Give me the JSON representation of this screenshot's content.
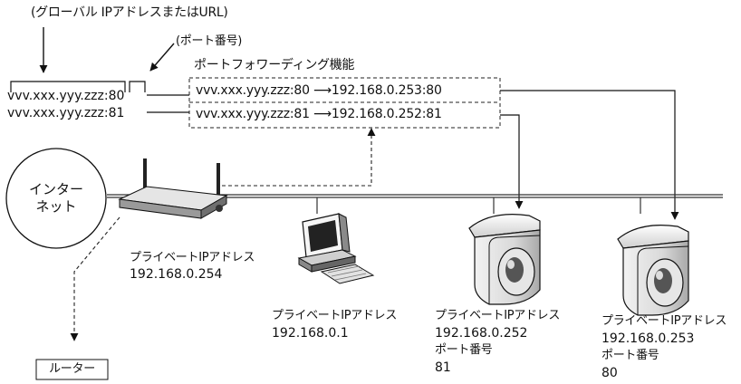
{
  "annotations": {
    "global_ip_label": "(グローバル IPアドレスまたはURL)",
    "port_number_label": "(ポート番号)",
    "port_forwarding_title": "ポートフォワーディング機能"
  },
  "external_addresses": [
    "vvv.xxx.yyy.zzz:80",
    "vvv.xxx.yyy.zzz:81"
  ],
  "forwarding_rules": [
    "vvv.xxx.yyy.zzz:80 ⟶192.168.0.253:80",
    "vvv.xxx.yyy.zzz:81 ⟶192.168.0.252:81"
  ],
  "internet": {
    "line1": "インター",
    "line2": "ネット"
  },
  "router": {
    "caption_label": "プライベートIPアドレス",
    "caption_ip": "192.168.0.254",
    "box_label": "ルーター"
  },
  "pc": {
    "label": "プライベートIPアドレス",
    "ip": "192.168.0.1"
  },
  "camera_1": {
    "label": "プライベートIPアドレス",
    "ip": "192.168.0.252",
    "port_label": "ポート番号",
    "port": "81"
  },
  "camera_2": {
    "label": "プライベートIPアドレス",
    "ip": "192.168.0.253",
    "port_label": "ポート番号",
    "port": "80"
  }
}
